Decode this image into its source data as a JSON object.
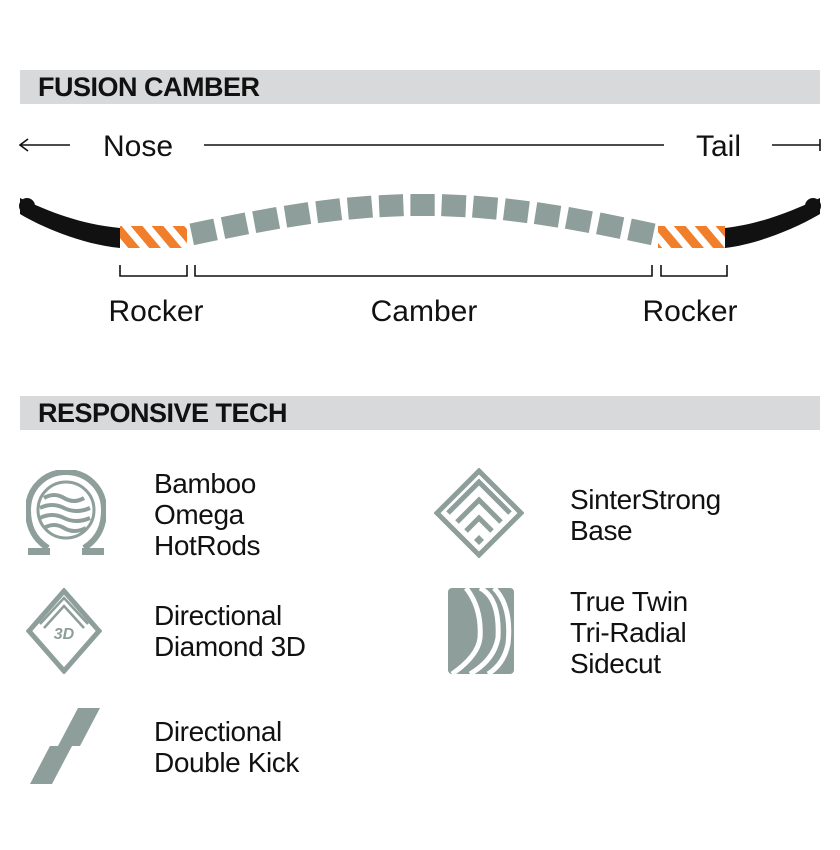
{
  "section1": {
    "title": "FUSION CAMBER"
  },
  "profile": {
    "nose_label": "Nose",
    "tail_label": "Tail",
    "zones": [
      "Rocker",
      "Camber",
      "Rocker"
    ],
    "colors": {
      "black": "#111111",
      "orange": "#f07e2a",
      "grey": "#8e9e9a"
    }
  },
  "section2": {
    "title": "RESPONSIVE TECH"
  },
  "tech": [
    {
      "icon": "bamboo-omega-icon",
      "lines": [
        "Bamboo",
        "Omega",
        "HotRods"
      ]
    },
    {
      "icon": "sinterstrong-base-icon",
      "lines": [
        "SinterStrong",
        "Base"
      ]
    },
    {
      "icon": "directional-diamond-3d-icon",
      "lines": [
        "Directional",
        "Diamond 3D"
      ],
      "badge": "3D"
    },
    {
      "icon": "tri-radial-sidecut-icon",
      "lines": [
        "True Twin",
        "Tri-Radial",
        "Sidecut"
      ]
    },
    {
      "icon": "double-kick-icon",
      "lines": [
        "Directional",
        "Double Kick"
      ]
    }
  ]
}
